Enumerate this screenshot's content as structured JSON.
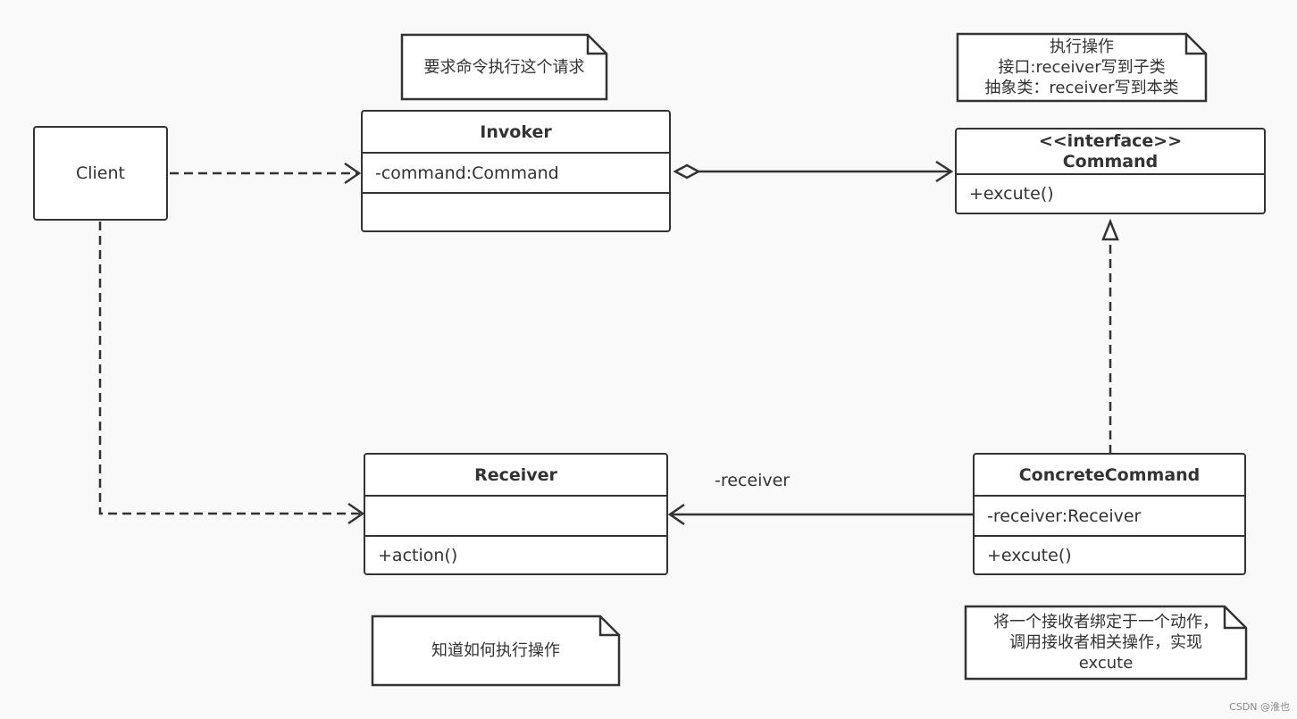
{
  "client": {
    "label": "Client"
  },
  "invoker": {
    "name": "Invoker",
    "attr": "-command:Command",
    "method": ""
  },
  "command": {
    "stereotype": "<<interface>>",
    "name": "Command",
    "method": "+excute()"
  },
  "receiver": {
    "name": "Receiver",
    "attr": "",
    "method": "+action()"
  },
  "concrete": {
    "name": "ConcreteCommand",
    "attr": "-receiver:Receiver",
    "method": "+excute()"
  },
  "assoc_label": "-receiver",
  "notes": {
    "invoker_note": "要求命令执行这个请求",
    "command_note": [
      "执行操作",
      "接口:receiver写到子类",
      "抽象类：receiver写到本类"
    ],
    "receiver_note": "知道如何执行操作",
    "concrete_note": [
      "将一个接收者绑定于一个动作，",
      "调用接收者相关操作，实现",
      "excute"
    ]
  },
  "watermark": "CSDN @淮也"
}
